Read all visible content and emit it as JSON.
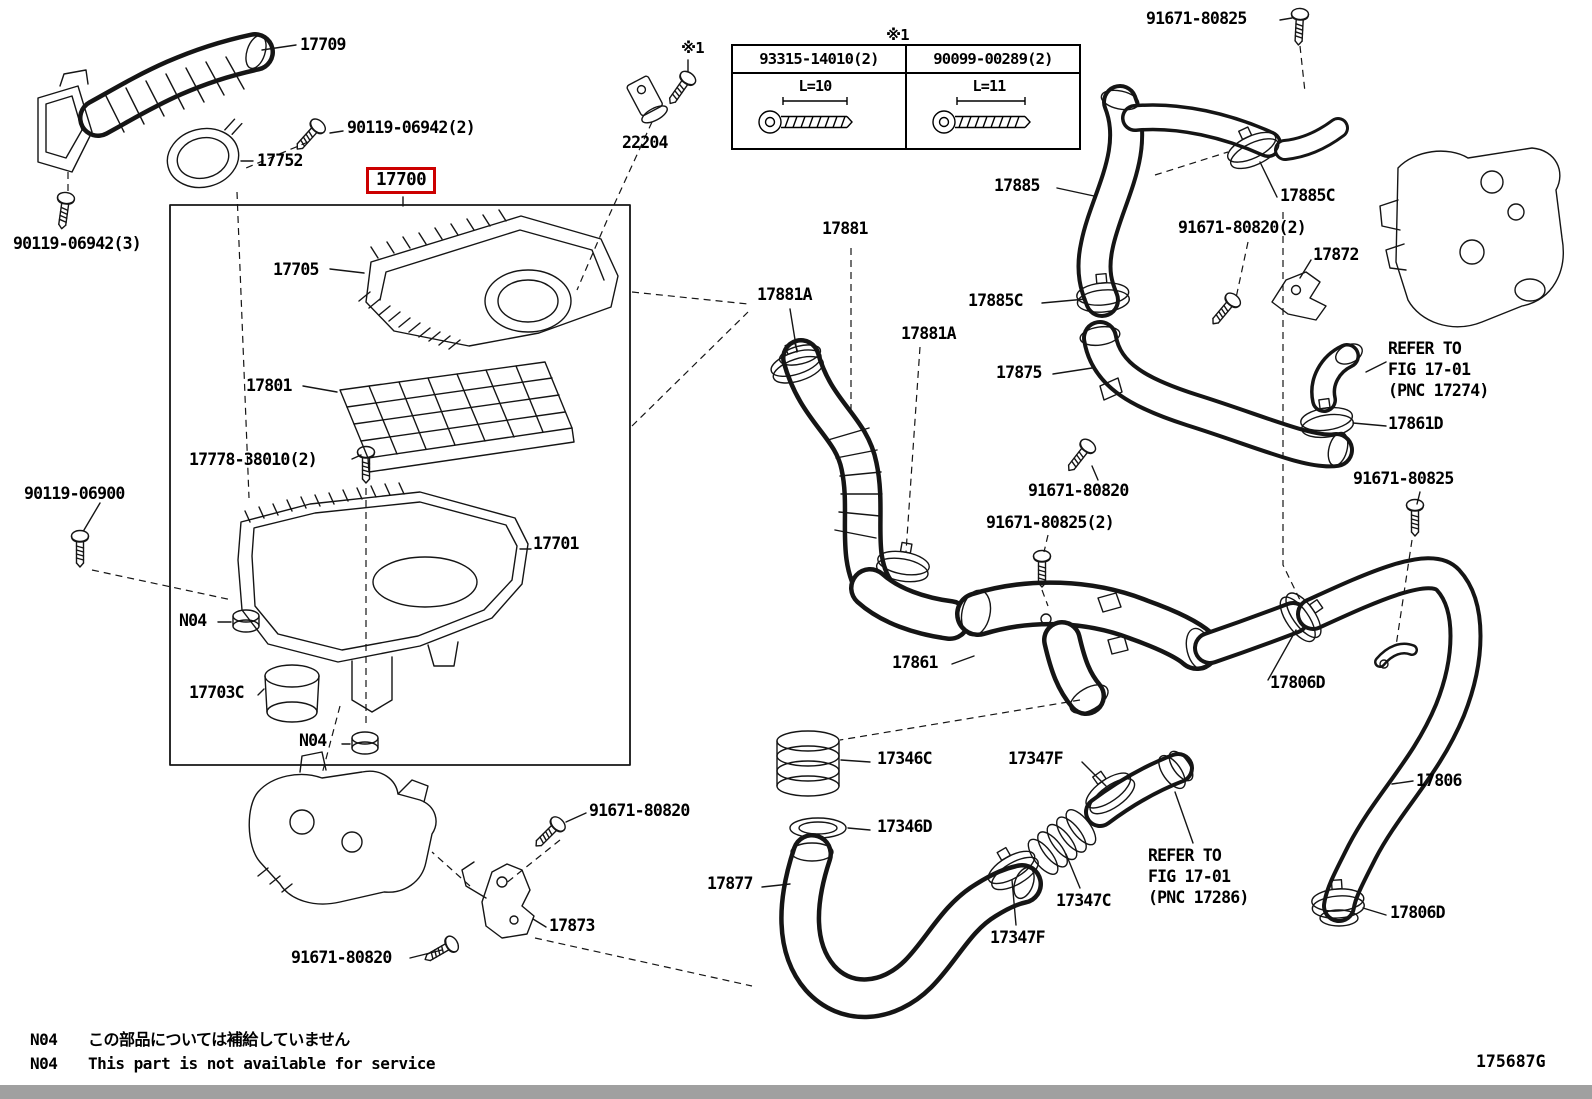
{
  "page": {
    "doc_code": "175687G",
    "highlight_color": "#cc0000",
    "notes": [
      {
        "code": "N04",
        "text": "この部品については補給していません"
      },
      {
        "code": "N04",
        "text": "This part is not available for service"
      }
    ]
  },
  "fastener_table": {
    "ref_mark": "※1",
    "columns": [
      {
        "part_number": "93315-14010(2)",
        "length": "L=10"
      },
      {
        "part_number": "90099-00289(2)",
        "length": "L=11"
      }
    ]
  },
  "labels": {
    "p17709": "17709",
    "p90119_06942_2": "90119-06942(2)",
    "p17752": "17752",
    "p17700": "17700",
    "ref1_a": "※1",
    "p22204": "22204",
    "p91671_80825_top": "91671-80825",
    "p17885": "17885",
    "p17885C_a": "17885C",
    "p91671_80820_2": "91671-80820(2)",
    "p17872": "17872",
    "p17705": "17705",
    "p17881": "17881",
    "p17881A_a": "17881A",
    "p17881A_b": "17881A",
    "p17885C_b": "17885C",
    "p17875": "17875",
    "refer_17274": "REFER TO\nFIG 17-01\n(PNC 17274)",
    "p17861D": "17861D",
    "p17801": "17801",
    "p17778_38010_2": "17778-38010(2)",
    "p90119_06900": "90119-06900",
    "p91671_80820_mid": "91671-80820",
    "p91671_80825_2": "91671-80825(2)",
    "p91671_80825_right": "91671-80825",
    "p17701": "17701",
    "n04_a": "N04",
    "p17861": "17861",
    "p17806D_a": "17806D",
    "p17703C": "17703C",
    "n04_b": "N04",
    "p17346C": "17346C",
    "p17347F_a": "17347F",
    "p17346D": "17346D",
    "p17806": "17806",
    "p91671_80820_low": "91671-80820",
    "p17877": "17877",
    "p17347C": "17347C",
    "refer_17286": "REFER TO\nFIG 17-01\n(PNC 17286)",
    "p17347F_b": "17347F",
    "p17806D_b": "17806D",
    "p17873": "17873",
    "p91671_80820_bot": "91671-80820",
    "p90119_06942_3": "90119-06942(3)"
  }
}
